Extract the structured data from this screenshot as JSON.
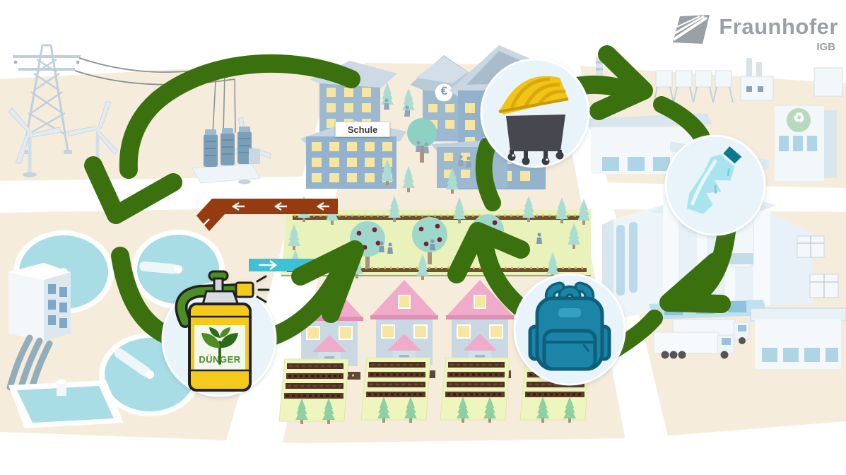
{
  "logo": {
    "brand": "Fraunhofer",
    "institute": "IGB"
  },
  "city": {
    "school_sign": "Schule",
    "bank_symbol": "€"
  },
  "recycling_plant": {
    "recycle_symbol": "♻"
  },
  "fertilizer_icon": {
    "label": "DÜNGER"
  },
  "icons": {
    "waste_container_icon": "dumpster-with-yellow-lid",
    "plastic_bottle_icon": "crushed-pet-bottle",
    "backpack_icon": "teal-backpack-product",
    "fertilizer_sprayer_icon": "fertilizer-spray-can",
    "recycle_icon": "recycling-symbol",
    "euro_icon": "euro-currency-symbol"
  },
  "colors": {
    "arrow_green": "#3b700f",
    "ground_beige": "#f6ecdc",
    "building_blue": "#93b3cc",
    "building_roof": "#cdd9e4",
    "window_yellow": "#f7e5a2",
    "window_blue": "#aed4e6",
    "tree_teal": "#a9ddd1",
    "garden_tree_green": "#8fd0a2",
    "park_green": "#e9f2ba",
    "roof_pink": "#efabc9",
    "house_body": "#c9d8e3",
    "basin_cyan": "#a8dde6",
    "pipe_brown": "#963a10",
    "pipe_teal": "#3fc0d6",
    "icon_circle_bg": "#e9f3fa",
    "dumpster_yellow": "#f2c412",
    "dumpster_body": "#47474f",
    "bottle_blue": "#a9e4ee",
    "bottle_cap": "#11798d",
    "backpack_teal": "#1d84a6",
    "backpack_outline": "#0c607c",
    "fertilizer_yellow": "#f5ca1d",
    "fertilizer_green": "#4e8d23",
    "logo_gray": "#9aa0a5",
    "recycle_green": "#b7d9be",
    "factory_white": "#f2f7fa",
    "factory_shade": "#d9e6ee"
  }
}
